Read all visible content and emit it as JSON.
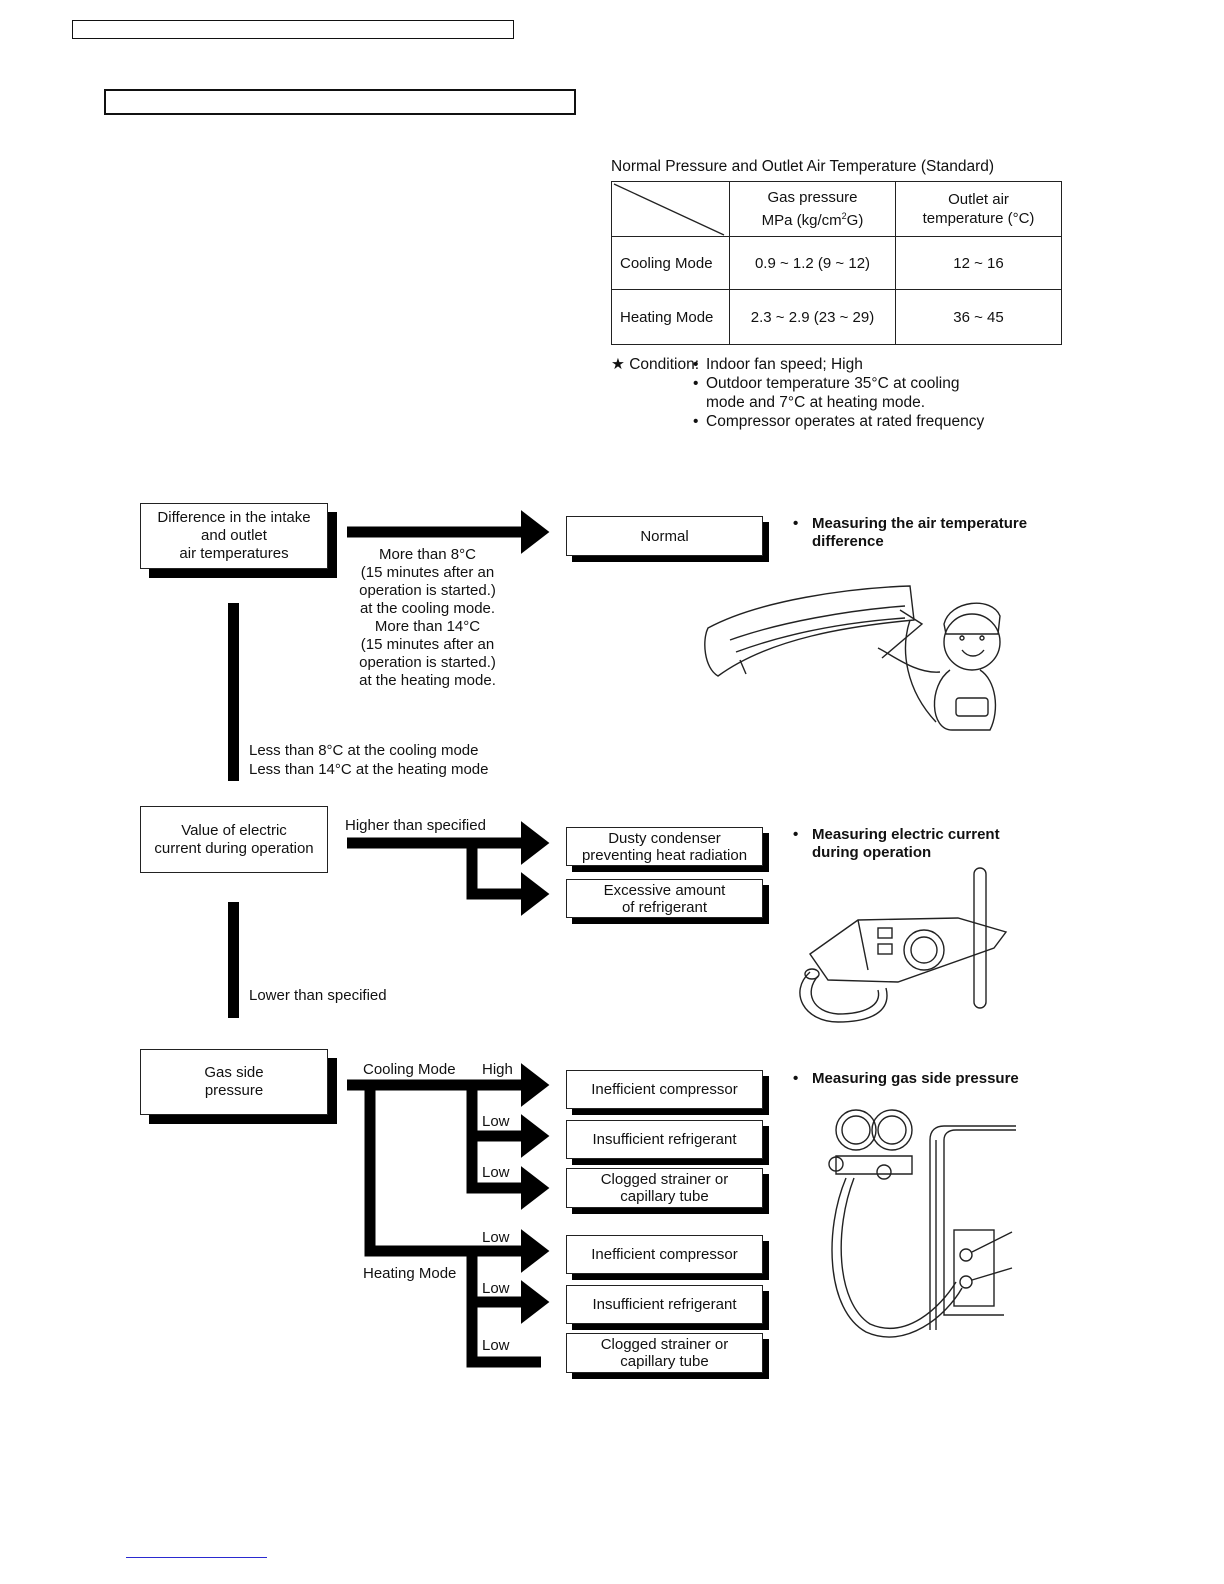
{
  "table": {
    "title": "Normal Pressure and Outlet Air Temperature (Standard)",
    "col1_line1": "Gas pressure",
    "col1_line2_pre": "MPa (kg/cm",
    "col1_line2_sup": "2",
    "col1_line2_post": "G)",
    "col2_line1": "Outlet air",
    "col2_line2": "temperature (°C)",
    "rows": [
      {
        "mode": "Cooling Mode",
        "pressure": "0.9 ~ 1.2 (9 ~ 12)",
        "temp": "12 ~ 16"
      },
      {
        "mode": "Heating Mode",
        "pressure": "2.3 ~ 2.9 (23 ~ 29)",
        "temp": "36 ~ 45"
      }
    ]
  },
  "condition": {
    "label": "★ Condition:",
    "bullet": "•",
    "items": [
      "Indoor fan speed; High",
      "Outdoor temperature 35°C at cooling",
      "mode and 7°C at heating mode.",
      "Compressor operates at rated frequency"
    ]
  },
  "flow1": {
    "box_lines": [
      "Difference in the intake",
      "and outlet",
      "air temperatures"
    ],
    "result": "Normal",
    "normal_condition": [
      "More than 8°C",
      "(15 minutes after an",
      "operation is started.)",
      "at the cooling mode.",
      "More than 14°C",
      "(15 minutes after an",
      "operation is started.)",
      "at the heating mode."
    ],
    "down_label": [
      "Less than 8°C at the cooling mode",
      "Less than 14°C at the heating mode"
    ],
    "note_lines": [
      "Measuring the air temperature",
      "difference"
    ]
  },
  "flow2": {
    "box_lines": [
      "Value of electric",
      "current during operation"
    ],
    "higher_label": "Higher than specified",
    "results": [
      [
        "Dusty condenser",
        "preventing heat radiation"
      ],
      [
        "Excessive amount",
        "of refrigerant"
      ]
    ],
    "down_label": "Lower than specified",
    "note_lines": [
      "Measuring electric current",
      "during operation"
    ]
  },
  "flow3": {
    "box_lines": [
      "Gas side",
      "pressure"
    ],
    "cooling_label": "Cooling Mode",
    "heating_label": "Heating Mode",
    "branch_labels": [
      "High",
      "Low",
      "Low",
      "Low",
      "Low",
      "Low"
    ],
    "results": [
      [
        "Inefficient compressor"
      ],
      [
        "Insufficient refrigerant"
      ],
      [
        "Clogged strainer or",
        "capillary tube"
      ],
      [
        "Inefficient compressor"
      ],
      [
        "Insufficient refrigerant"
      ],
      [
        "Clogged strainer or",
        "capillary tube"
      ]
    ],
    "note_lines": [
      "Measuring gas side pressure"
    ]
  },
  "colors": {
    "ink": "#111111",
    "footer_link": "#2a2ad0"
  }
}
